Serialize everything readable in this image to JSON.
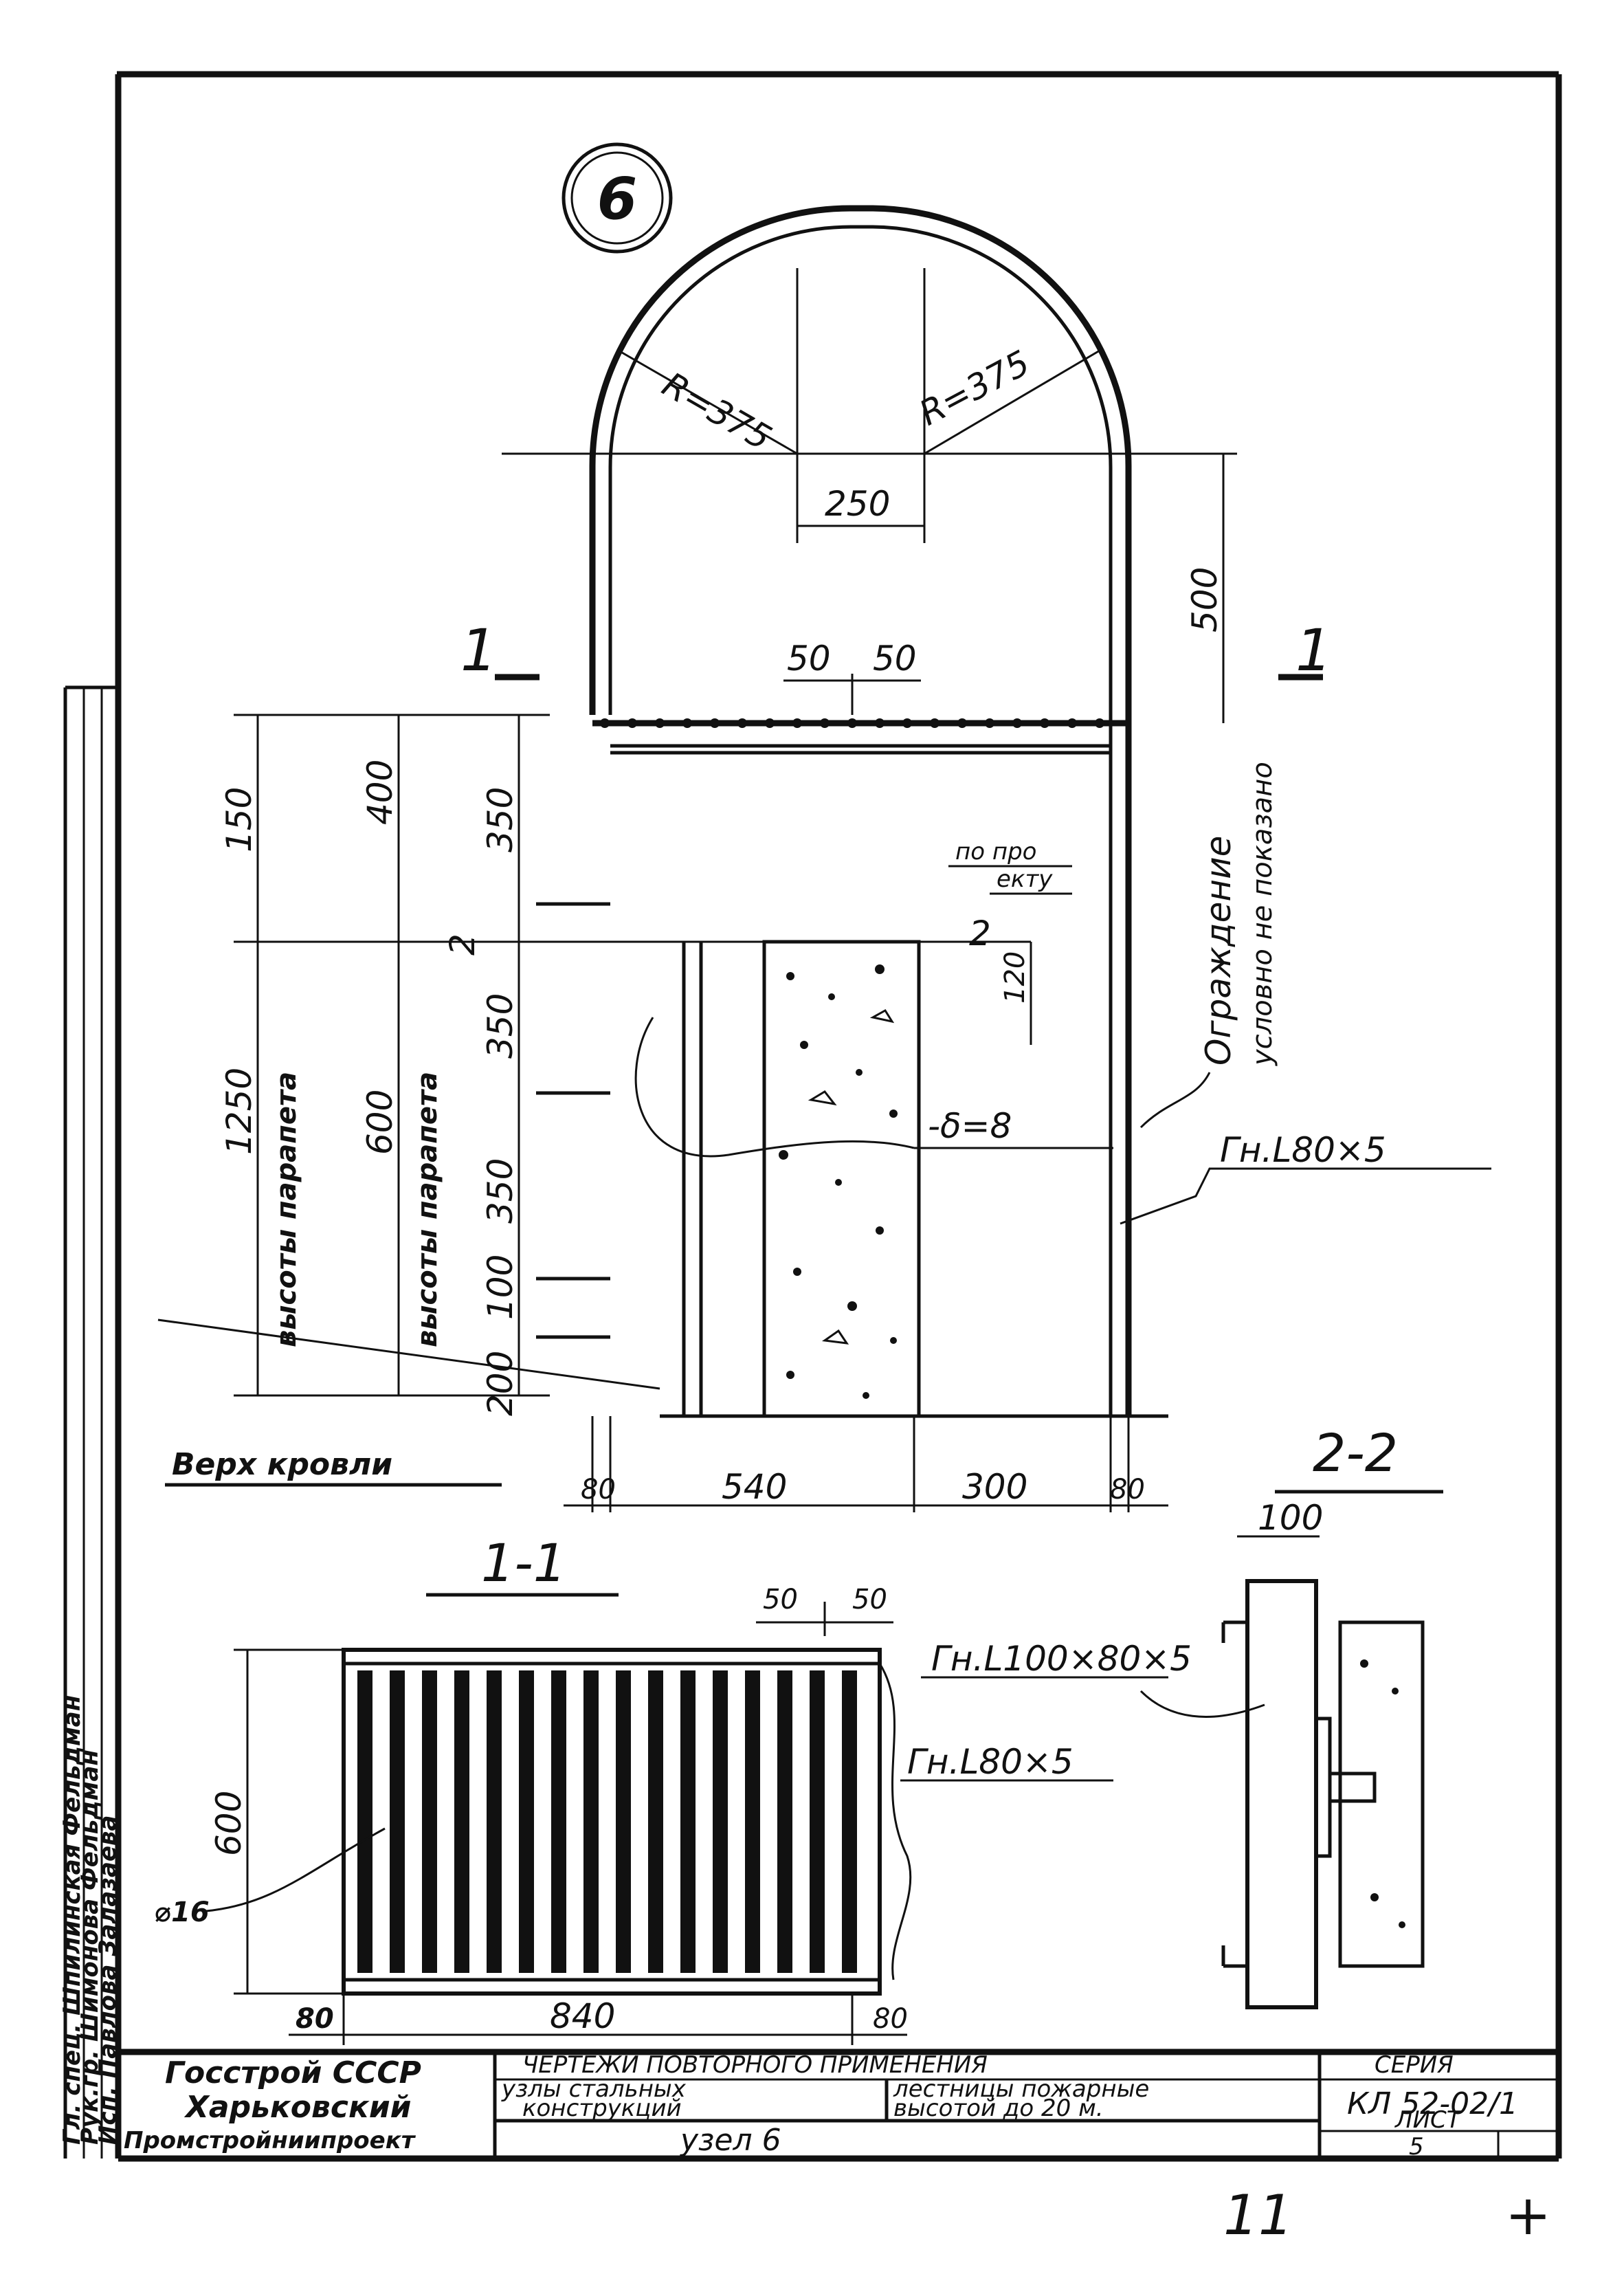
{
  "node": {
    "callout": "6",
    "label": "узел 6"
  },
  "elevation": {
    "radius_left": "R=375",
    "radius_right": "R=375",
    "span_250": "250",
    "height_500": "500",
    "pitch_50a": "50",
    "pitch_50b": "50",
    "height_150": "150",
    "height_400": "400",
    "height_350a": "350",
    "height_350b": "350",
    "height_350c": "350",
    "height_1250": "1250",
    "height_600": "600",
    "height_100": "100",
    "height_200": "200",
    "gap_2": "2",
    "label_parapet_1": "высоты парапета",
    "label_parapet_2": "высоты парапета",
    "note_project_1": "по про",
    "note_project_2": "екту",
    "gap_2_right": "2",
    "height_120": "120",
    "plate": "-δ=8",
    "angle": "Гн.L80×5",
    "fence_1": "Ограждение",
    "fence_2": "условно не показано",
    "roof": "Верх кровли",
    "width_80_left": "80",
    "width_540": "540",
    "width_300": "300",
    "width_80_right": "80",
    "section_mark_left": "1",
    "section_mark_right": "1"
  },
  "section_1_1": {
    "title": "1-1",
    "pitch_50a": "50",
    "pitch_50b": "50",
    "height_600": "600",
    "rod": "⌀16",
    "angle": "Гн.L80×5",
    "width_80_left": "80",
    "width_840": "840",
    "width_80_right": "80"
  },
  "section_2_2": {
    "title": "2-2",
    "width_100": "100",
    "angle": "Гн.L100×80×5"
  },
  "title_block": {
    "org_1": "Госстрой СССР",
    "org_2": "Харьковский",
    "org_3": "Промстройниипроект",
    "type_header": "ЧЕРТЕЖИ ПОВТОРНОГО ПРИМЕНЕНИЯ",
    "subject_1": "узлы стальных",
    "subject_2": "конструкций",
    "product_1": "лестницы пожарные",
    "product_2": "высотой до 20 м.",
    "series_label": "СЕРИЯ",
    "series_value": "КЛ 52-02/1",
    "sheet_label": "ЛИСТ",
    "sheet_value": "5"
  },
  "signatures": {
    "row_1": "Гл. спец. Шпилинская Фельдман",
    "row_2": "Рук.гр. Шимонова Фельдман",
    "row_3": "Исп. Павлова Залазаева"
  },
  "footer": {
    "mark_1": "11",
    "mark_2": "+"
  }
}
